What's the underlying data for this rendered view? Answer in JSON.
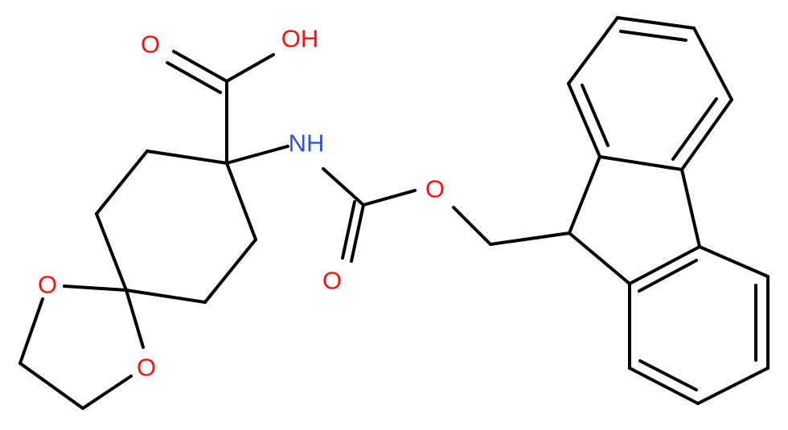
{
  "atoms": {
    "oh": {
      "text": "OH",
      "color": "#ff0d0d"
    },
    "o_carbonyl_acid": {
      "text": "O",
      "color": "#ff0d0d"
    },
    "nh": {
      "text": "NH",
      "color": "#3050f8"
    },
    "o_ester": {
      "text": "O",
      "color": "#ff0d0d"
    },
    "o_carbonyl_carbamate": {
      "text": "O",
      "color": "#ff0d0d"
    },
    "o_ring_left": {
      "text": "O",
      "color": "#ff0d0d"
    },
    "o_ring_bottom": {
      "text": "O",
      "color": "#ff0d0d"
    }
  },
  "bond_color": "#000000"
}
